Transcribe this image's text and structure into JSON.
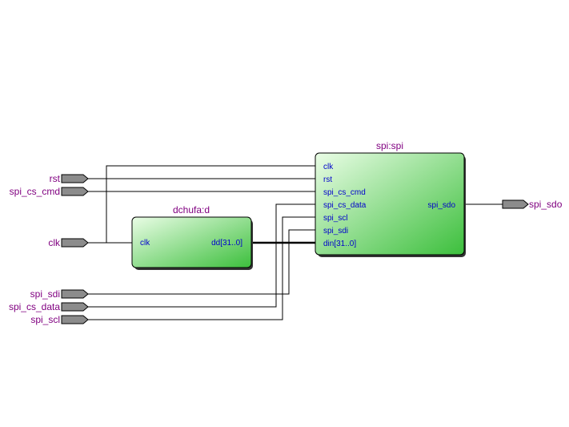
{
  "ports": {
    "rst": "rst",
    "spi_cs_cmd": "spi_cs_cmd",
    "clk": "clk",
    "spi_sdi": "spi_sdi",
    "spi_cs_data": "spi_cs_data",
    "spi_scl": "spi_scl",
    "spi_sdo": "spi_sdo"
  },
  "blocks": {
    "dchufa": {
      "title": "dchufa:d",
      "pins": {
        "clk": "clk",
        "dd": "dd[31..0]"
      }
    },
    "spi": {
      "title": "spi:spi",
      "pins": {
        "clk": "clk",
        "rst": "rst",
        "spi_cs_cmd": "spi_cs_cmd",
        "spi_cs_data": "spi_cs_data",
        "spi_scl": "spi_scl",
        "spi_sdi": "spi_sdi",
        "din": "din[31..0]",
        "spi_sdo": "spi_sdo"
      }
    }
  },
  "colors": {
    "block_fill_start": "#eafde6",
    "block_fill_end": "#3cbf3c",
    "port_label": "#800080",
    "pin_label": "#0000cc",
    "port_arrow": "#8c8c8c"
  }
}
